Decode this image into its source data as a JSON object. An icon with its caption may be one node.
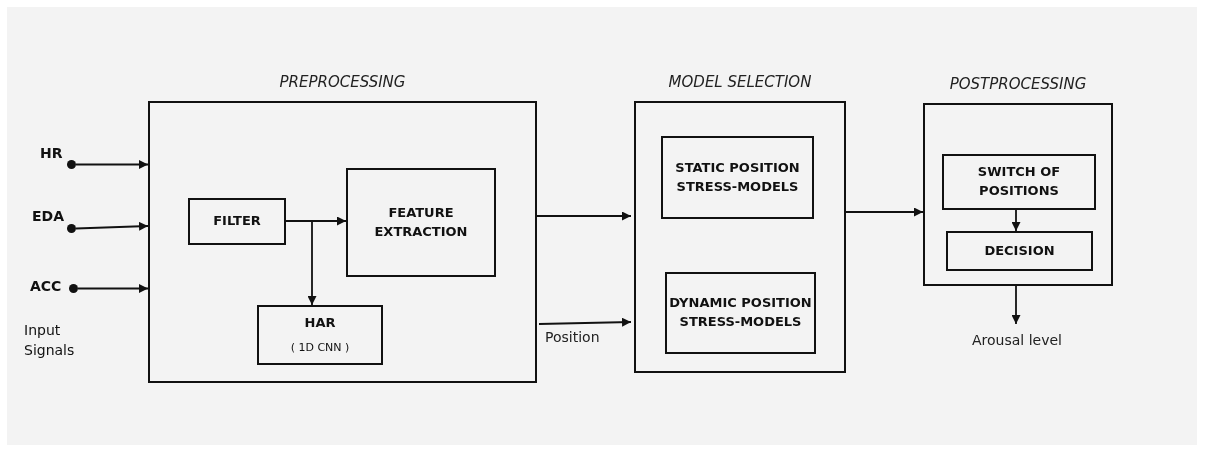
{
  "diagram": {
    "nodes": [
      {
        "text": [
          "PREPROCESSING"
        ]
      },
      {
        "text": [
          "FILTER"
        ],
        "in": 0
      },
      {
        "text": [
          "FEATURE EXTRACTION"
        ],
        "in": 0
      },
      {
        "text": [
          "HAR",
          "( 1D CNN )"
        ],
        "in": 0
      },
      {
        "text": [
          "MODEL SELECTION"
        ]
      },
      {
        "text": [
          "STATIC POSITION STRESS-MODELS"
        ],
        "in": 4
      },
      {
        "text": [
          "DYNAMIC POSITION STRESS-MODELS"
        ],
        "in": 4
      },
      {
        "text": [
          "POSTPROCESSING"
        ]
      },
      {
        "text": [
          "SWITCH OF POSITIONS"
        ],
        "in": 7
      },
      {
        "text": [
          "DECISION"
        ],
        "in": 7
      },
      {
        "text": [
          "Arousal level"
        ]
      },
      {
        "text": [],
        "shape": "circle"
      },
      {
        "text": [],
        "shape": "circle"
      },
      {
        "text": [],
        "shape": "circle"
      }
    ],
    "edges": [
      {
        "from": 11,
        "to": 0,
        "arrow": "to"
      },
      {
        "from": 12,
        "to": 0,
        "arrow": "to"
      },
      {
        "from": 13,
        "to": 0,
        "arrow": "to"
      },
      {
        "from": 1,
        "to": 2,
        "arrow": "to"
      },
      {
        "from": 1,
        "to": 3,
        "arrow": "to"
      },
      {
        "from": 0,
        "to": 4,
        "arrow": "to"
      },
      {
        "from": 0,
        "to": 4,
        "label": "Position",
        "arrow": "to"
      },
      {
        "from": 4,
        "to": 7,
        "arrow": "to"
      },
      {
        "from": 8,
        "to": 9,
        "arrow": "to"
      },
      {
        "from": 7,
        "to": 10,
        "arrow": "to"
      }
    ],
    "labels": [
      "HR",
      "EDA",
      "ACC",
      "Input Signals"
    ]
  }
}
